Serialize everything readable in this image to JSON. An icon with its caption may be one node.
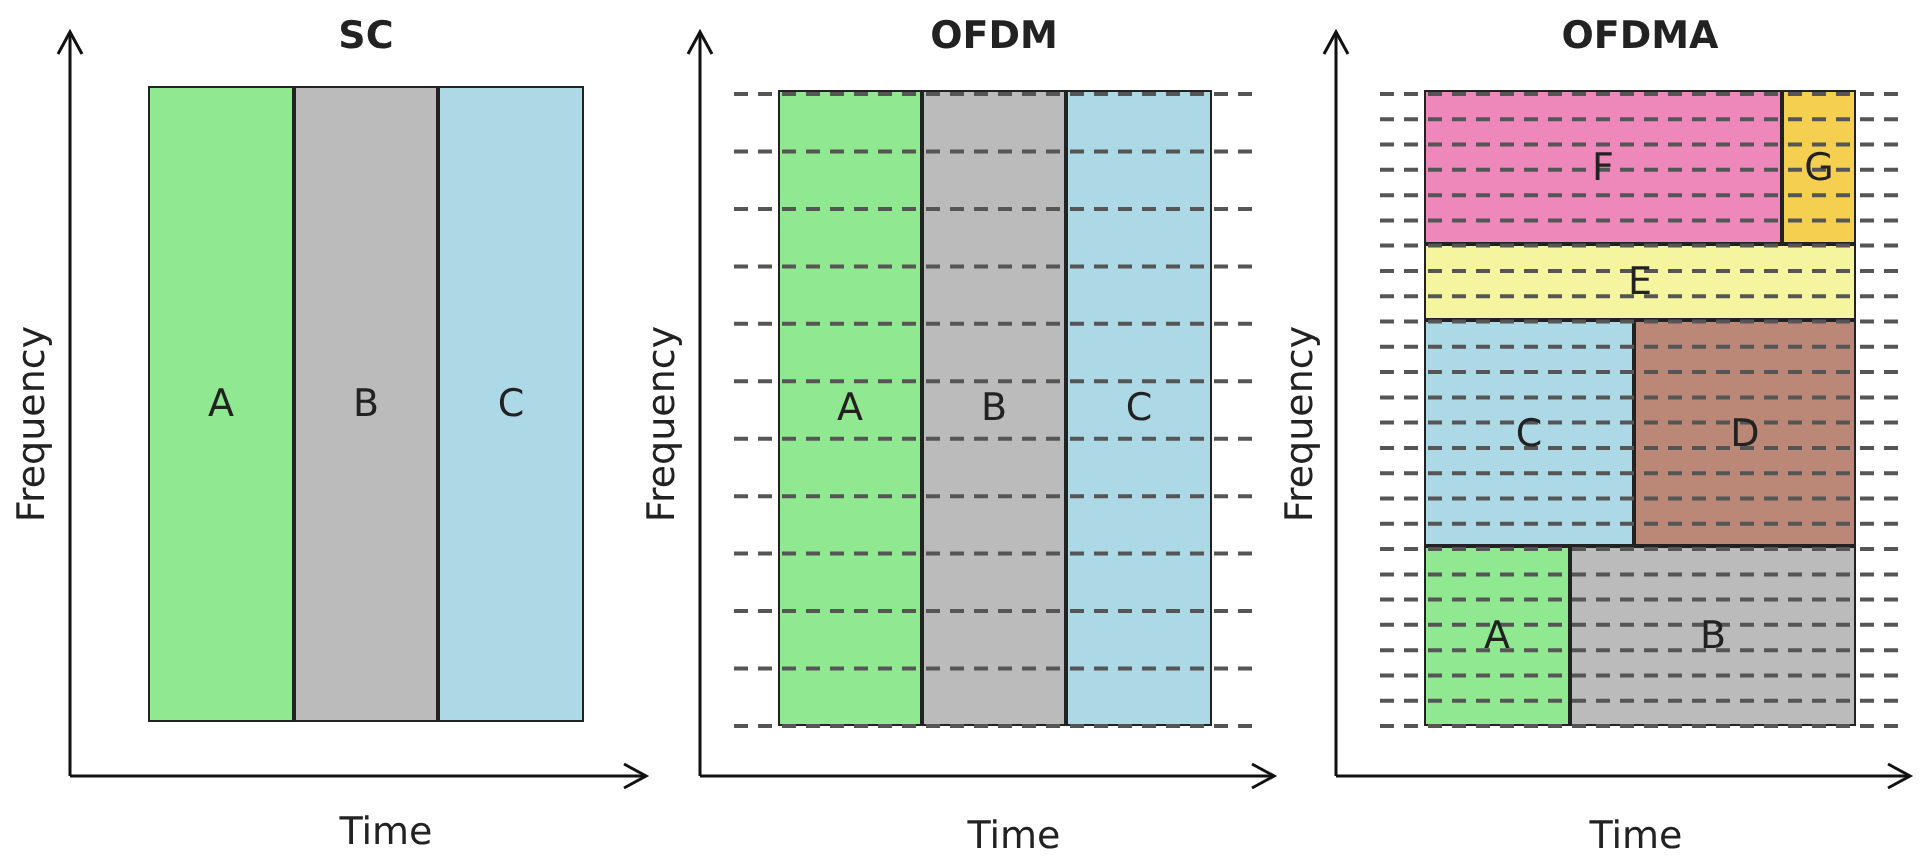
{
  "diagram": {
    "nodes": [
      {
        "text": [
          "A"
        ]
      },
      {
        "text": [
          "B"
        ]
      },
      {
        "text": [
          "C"
        ]
      },
      {
        "text": [
          "A"
        ]
      },
      {
        "text": [
          "B"
        ]
      },
      {
        "text": [
          "C"
        ]
      },
      {
        "text": [
          "F"
        ]
      },
      {
        "text": [
          "G"
        ]
      },
      {
        "text": [
          "E"
        ]
      },
      {
        "text": [
          "C"
        ]
      },
      {
        "text": [
          "D"
        ]
      },
      {
        "text": [
          "A"
        ]
      },
      {
        "text": [
          "B"
        ]
      }
    ],
    "edges": [],
    "labels": [
      "SC",
      "OFDM",
      "OFDMA",
      "Frequency",
      "Frequency",
      "Frequency",
      "Time",
      "Time",
      "Time"
    ]
  }
}
